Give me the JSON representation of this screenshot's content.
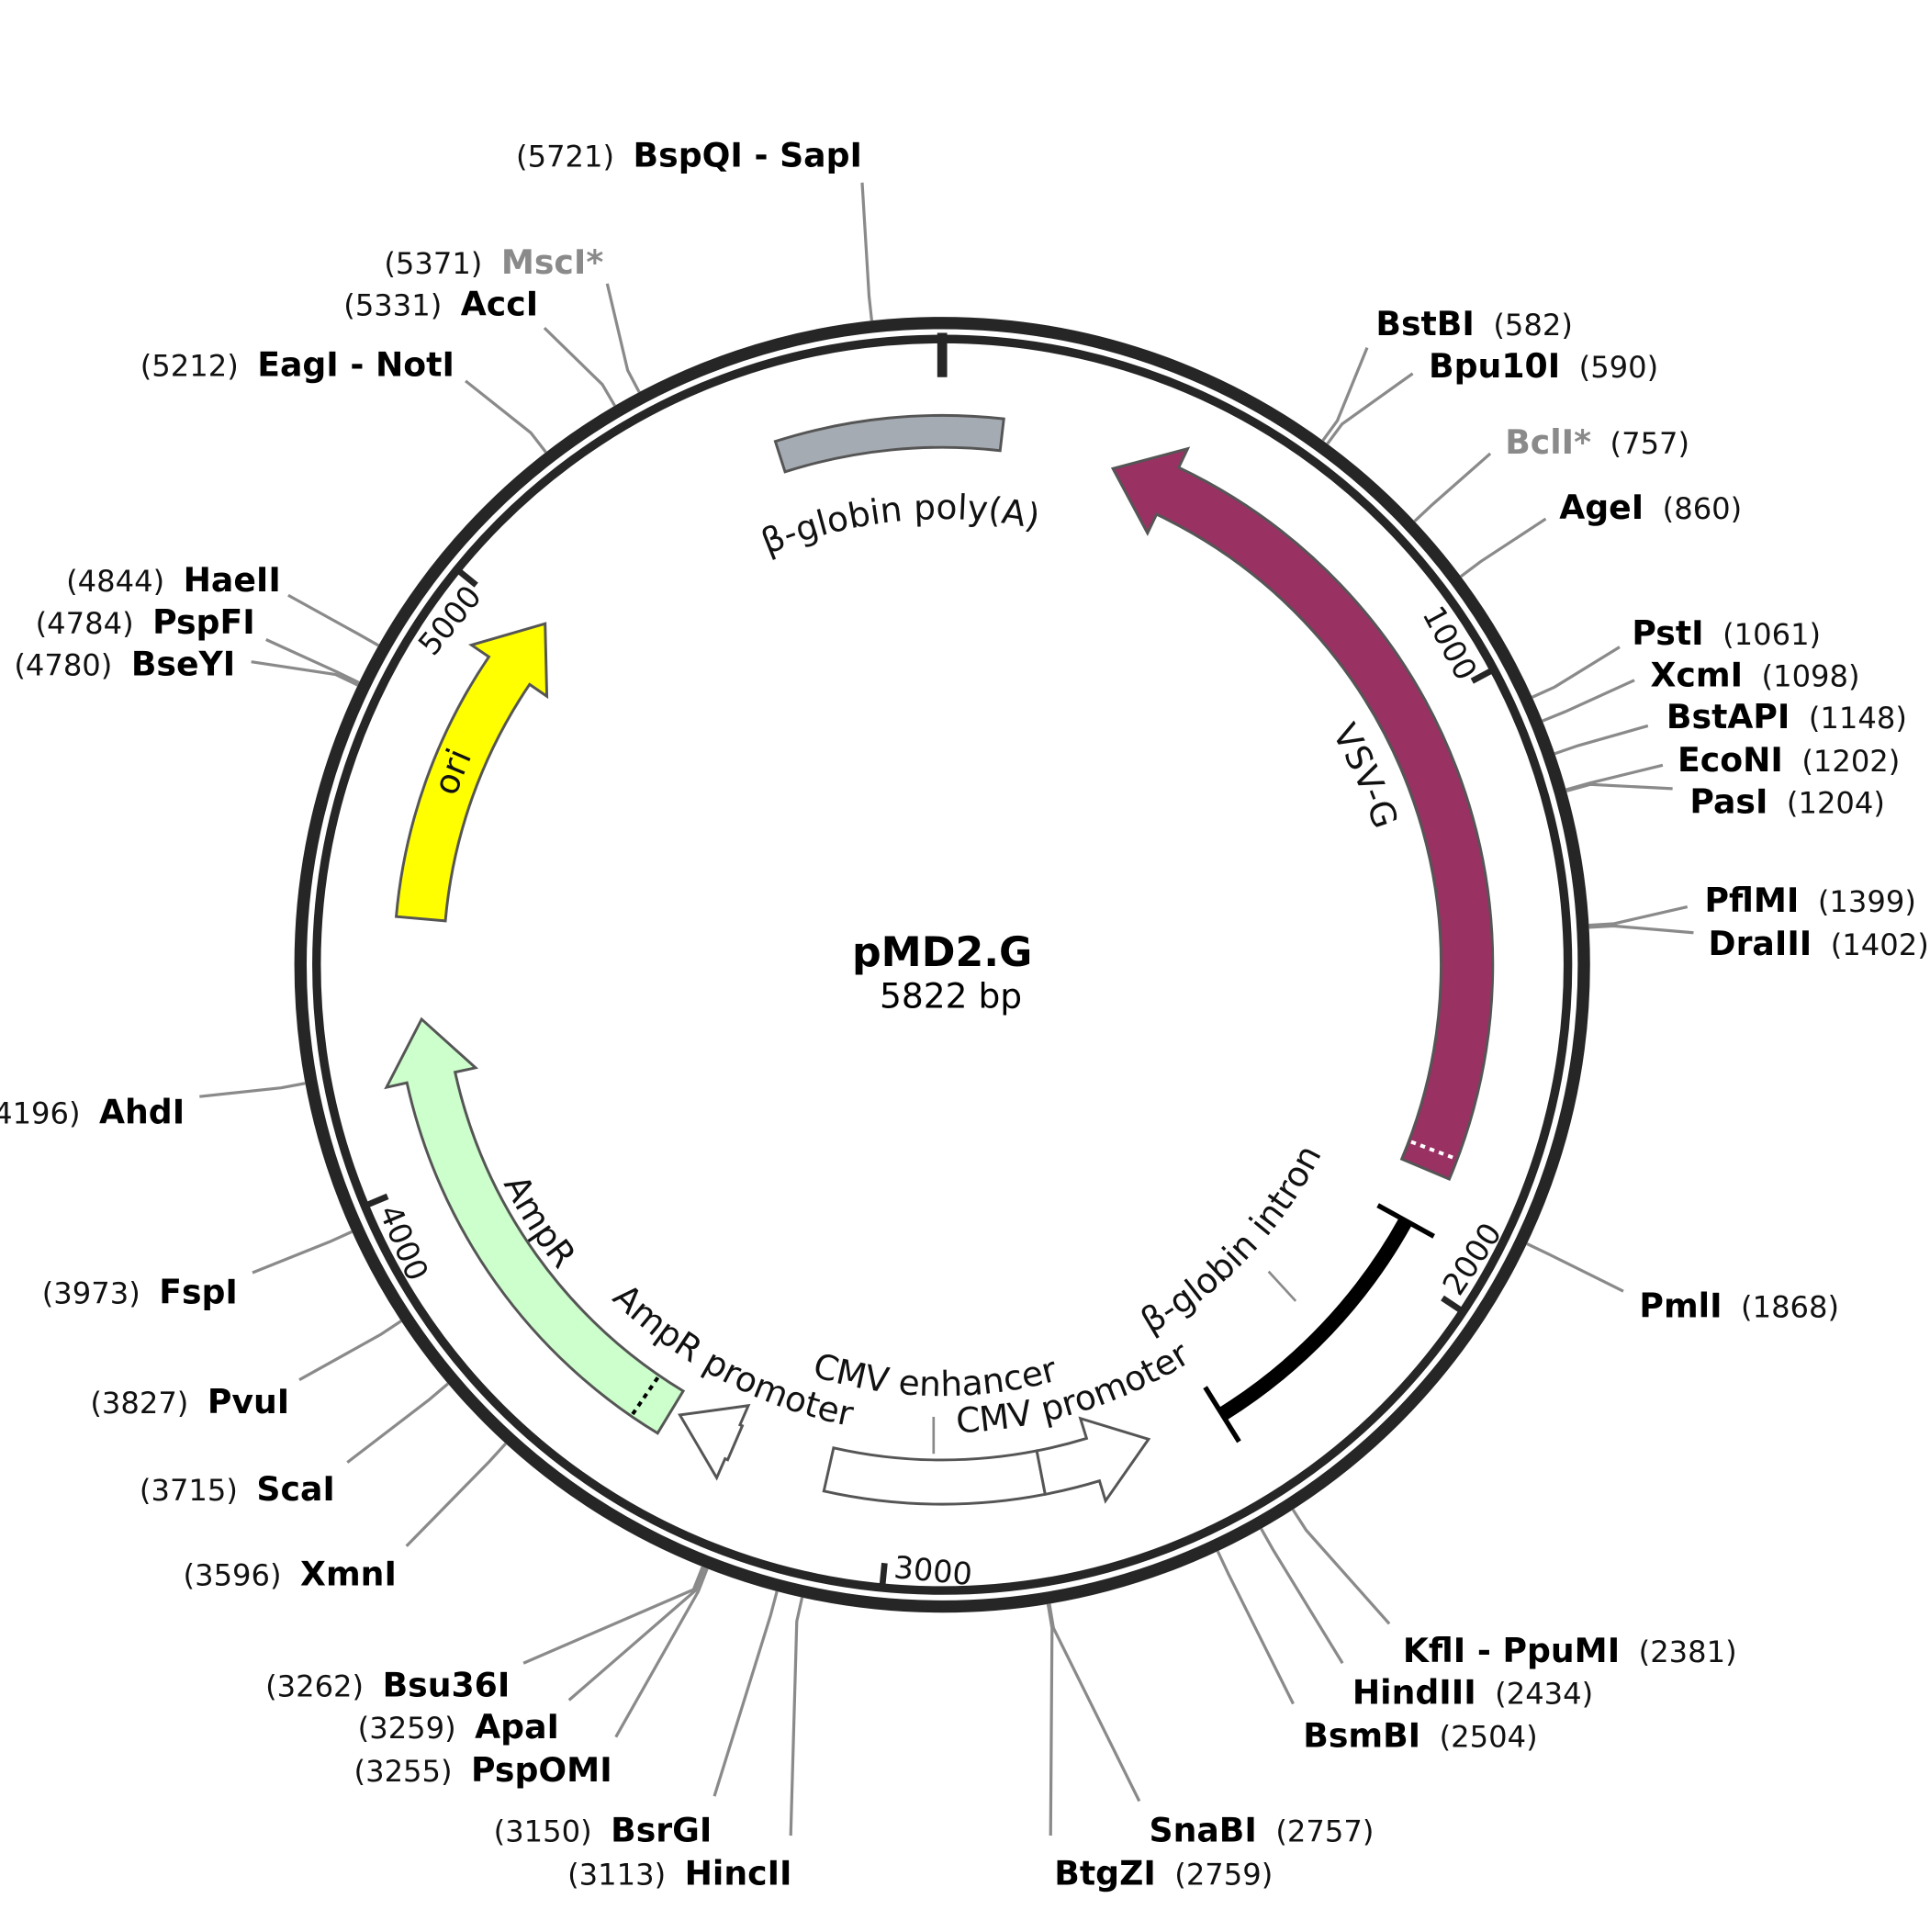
{
  "plasmid": {
    "name": "pMD2.G",
    "size_label": "5822 bp",
    "length": 5822
  },
  "colors": {
    "ring": "#262626",
    "leader": "#8a8a8a",
    "disabled_enzyme": "#8a8a8a"
  },
  "ticks": [
    "1000",
    "2000",
    "3000",
    "4000",
    "5000"
  ],
  "features": [
    {
      "name": "β-globin poly(A)",
      "start": 5536,
      "end": 104,
      "direction": "none",
      "fill": "#a5abb2"
    },
    {
      "name": "VSV-G",
      "start": 307,
      "end": 1826,
      "direction": "reverse",
      "fill": "#993163",
      "dotted_at": 1790
    },
    {
      "name": "ori",
      "start": 4448,
      "end": 5024,
      "direction": "forward",
      "fill": "#ffff00"
    },
    {
      "name": "AmpR",
      "start": 3417,
      "end": 4270,
      "direction": "forward",
      "fill": "#ccffcc",
      "dotted_at": 3470
    },
    {
      "name": "AmpR promoter",
      "start": 3290,
      "end": 3400,
      "direction": "forward",
      "fill": "#ffffff"
    },
    {
      "name": "CMV enhancer",
      "start": 2733,
      "end": 3116,
      "direction": "none",
      "fill": "#ffffff"
    },
    {
      "name": "CMV promoter",
      "start": 2531,
      "end": 2733,
      "direction": "reverse",
      "fill": "#ffffff"
    },
    {
      "name": "β-globin intron",
      "start": 1923,
      "end": 2395,
      "direction": "none",
      "fill": "#000000"
    }
  ],
  "enzymes": [
    {
      "name": "BspQI - SapI",
      "pos": "5721"
    },
    {
      "name": "MscI*",
      "pos": "5371",
      "gray": true
    },
    {
      "name": "AccI",
      "pos": "5331"
    },
    {
      "name": "EagI - NotI",
      "pos": "5212"
    },
    {
      "name": "HaeII",
      "pos": "4844"
    },
    {
      "name": "PspFI",
      "pos": "4784"
    },
    {
      "name": "BseYI",
      "pos": "4780"
    },
    {
      "name": "AhdI",
      "pos": "4196"
    },
    {
      "name": "FspI",
      "pos": "3973"
    },
    {
      "name": "PvuI",
      "pos": "3827"
    },
    {
      "name": "ScaI",
      "pos": "3715"
    },
    {
      "name": "XmnI",
      "pos": "3596"
    },
    {
      "name": "Bsu36I",
      "pos": "3262"
    },
    {
      "name": "ApaI",
      "pos": "3259"
    },
    {
      "name": "PspOMI",
      "pos": "3255"
    },
    {
      "name": "BsrGI",
      "pos": "3150"
    },
    {
      "name": "HincII",
      "pos": "3113"
    },
    {
      "name": "BstBI",
      "pos": "582"
    },
    {
      "name": "Bpu10I",
      "pos": "590"
    },
    {
      "name": "BclI*",
      "pos": "757",
      "gray": true
    },
    {
      "name": "AgeI",
      "pos": "860"
    },
    {
      "name": "PstI",
      "pos": "1061"
    },
    {
      "name": "XcmI",
      "pos": "1098"
    },
    {
      "name": "BstAPI",
      "pos": "1148"
    },
    {
      "name": "EcoNI",
      "pos": "1202"
    },
    {
      "name": "PasI",
      "pos": "1204"
    },
    {
      "name": "PflMI",
      "pos": "1399"
    },
    {
      "name": "DraIII",
      "pos": "1402"
    },
    {
      "name": "PmlI",
      "pos": "1868"
    },
    {
      "name": "KflI - PpuMI",
      "pos": "2381"
    },
    {
      "name": "HindIII",
      "pos": "2434"
    },
    {
      "name": "BsmBI",
      "pos": "2504"
    },
    {
      "name": "SnaBI",
      "pos": "2757"
    },
    {
      "name": "BtgZI",
      "pos": "2759"
    }
  ]
}
